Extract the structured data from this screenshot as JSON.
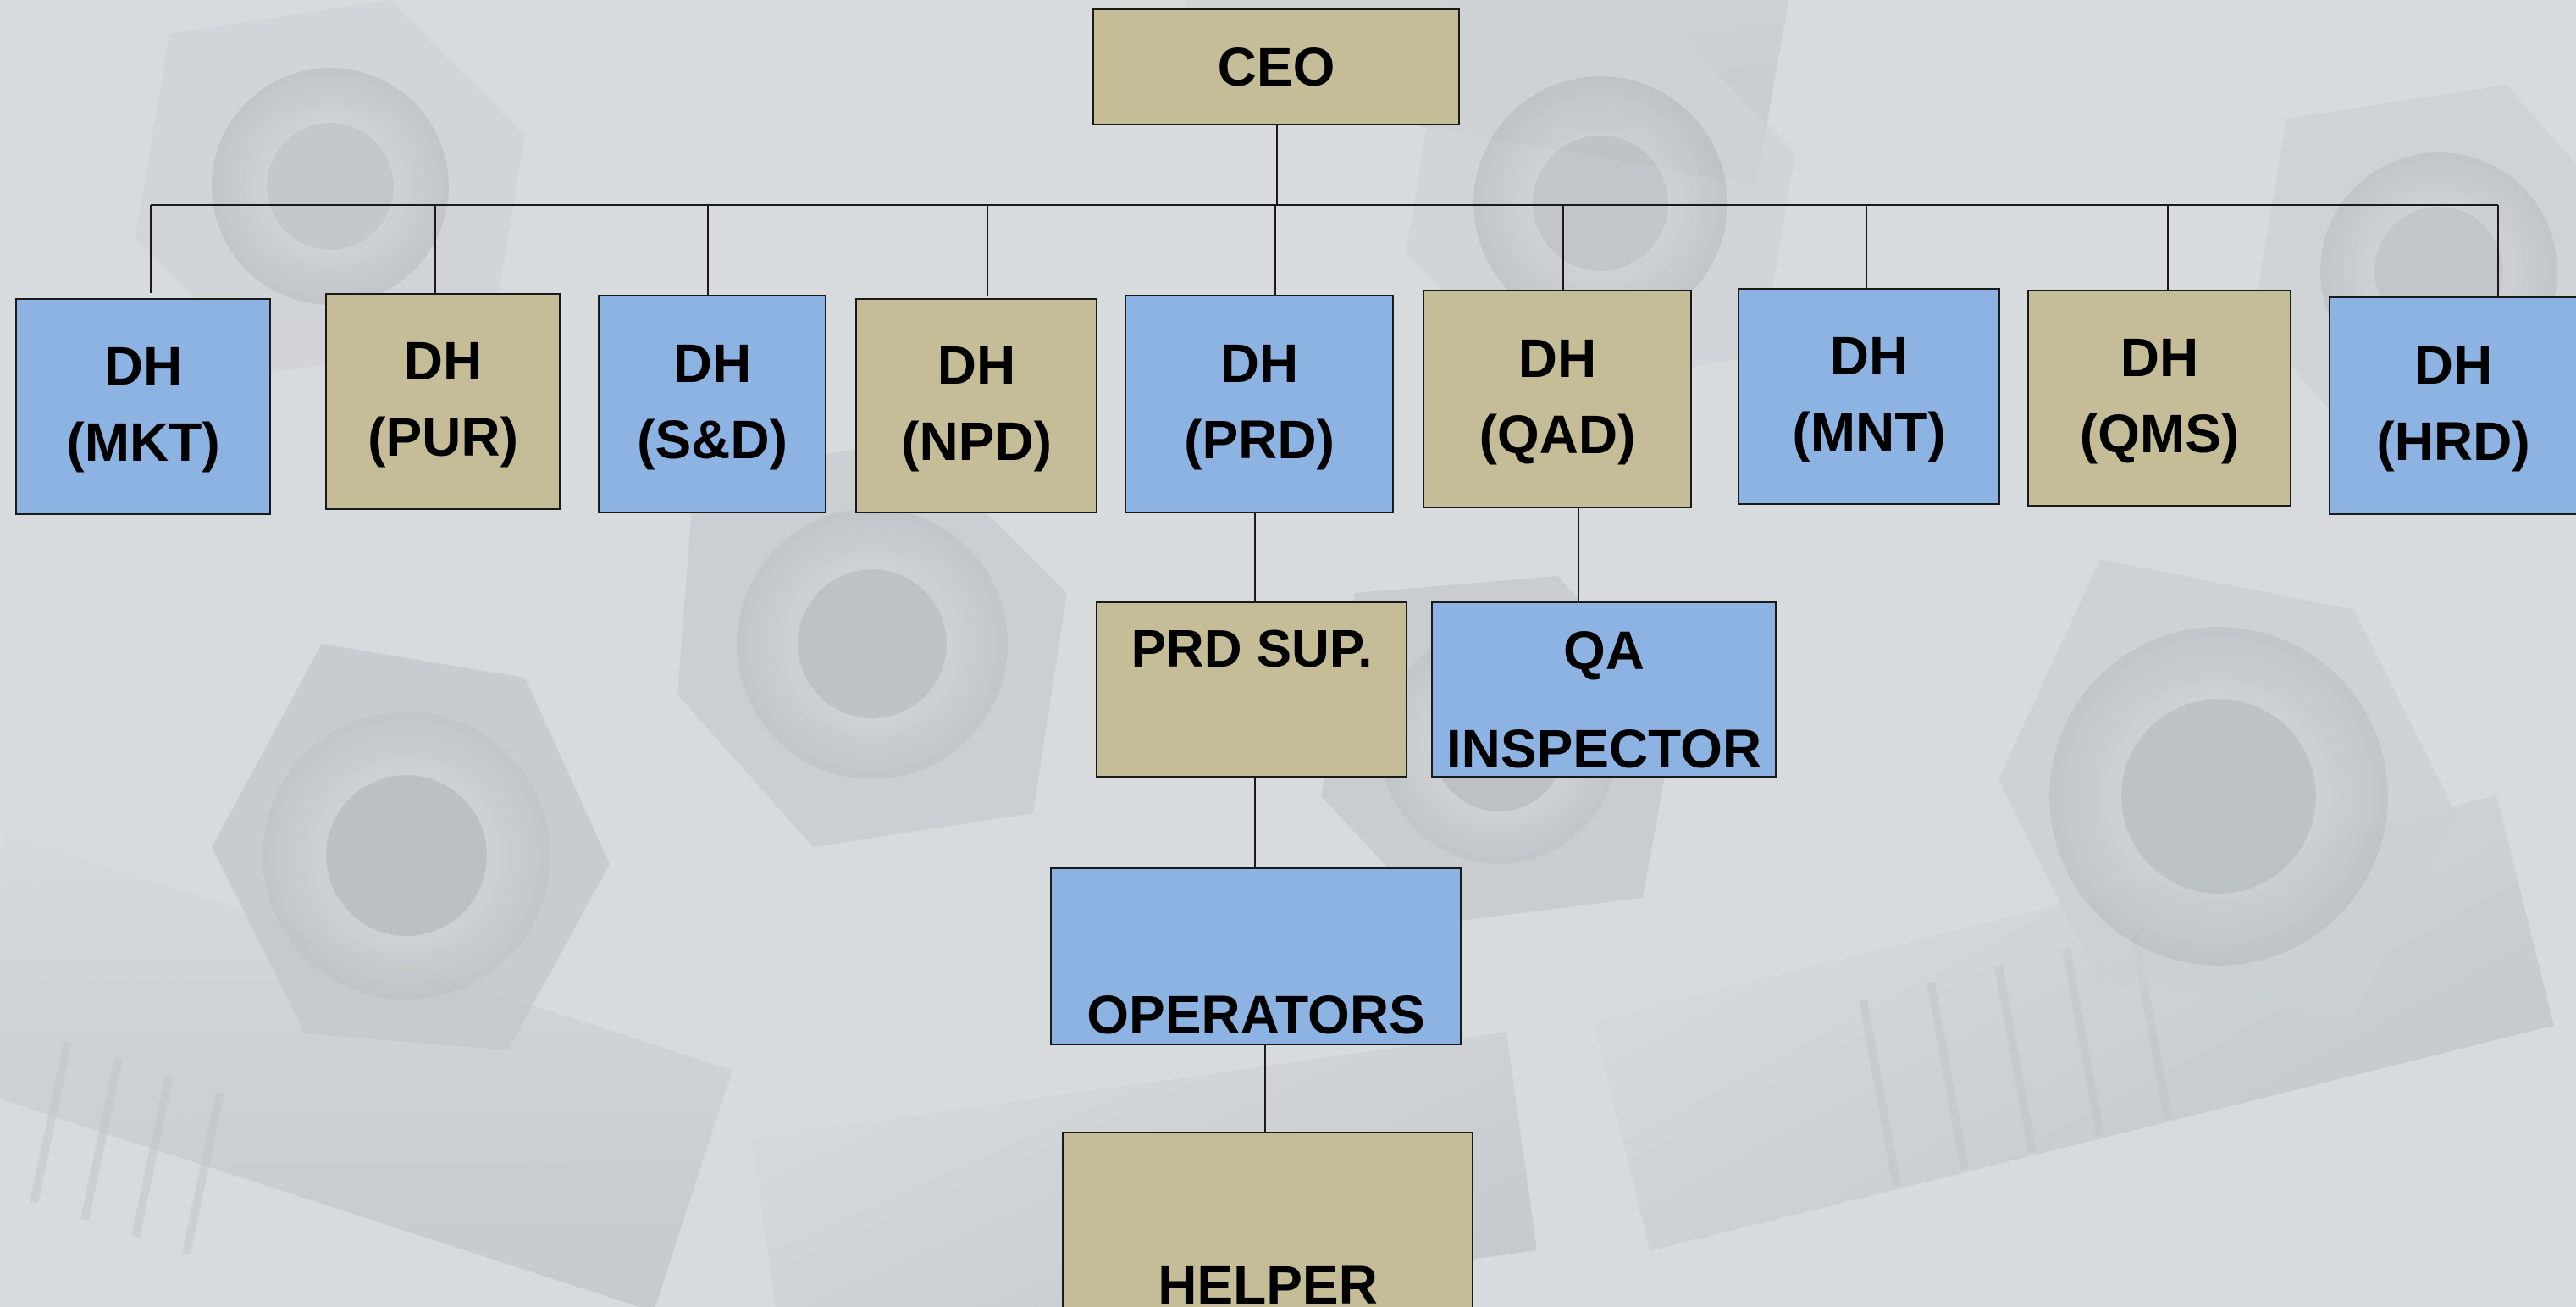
{
  "chart_data": {
    "type": "org-chart",
    "root": {
      "label": "CEO",
      "children": [
        {
          "line1": "DH",
          "line2": "(MKT)"
        },
        {
          "line1": "DH",
          "line2": "(PUR)"
        },
        {
          "line1": "DH",
          "line2": "(S&D)"
        },
        {
          "line1": "DH",
          "line2": "(NPD)"
        },
        {
          "line1": "DH",
          "line2": "(PRD)",
          "children": [
            {
              "label": "PRD SUP.",
              "children": [
                {
                  "label": "OPERATORS",
                  "children": [
                    {
                      "label": "HELPER"
                    }
                  ]
                }
              ]
            }
          ]
        },
        {
          "line1": "DH",
          "line2": "(QAD)",
          "children": [
            {
              "line1": "QA",
              "line2": "INSPECTOR"
            }
          ]
        },
        {
          "line1": "DH",
          "line2": "(MNT)"
        },
        {
          "line1": "DH",
          "line2": "(QMS)"
        },
        {
          "line1": "DH",
          "line2": "(HRD)"
        }
      ]
    }
  },
  "nodes": {
    "ceo": "CEO",
    "dh_mkt": [
      "DH",
      "(MKT)"
    ],
    "dh_pur": [
      "DH",
      "(PUR)"
    ],
    "dh_sd": [
      "DH",
      "(S&D)"
    ],
    "dh_npd": [
      "DH",
      "(NPD)"
    ],
    "dh_prd": [
      "DH",
      "(PRD)"
    ],
    "dh_qad": [
      "DH",
      "(QAD)"
    ],
    "dh_mnt": [
      "DH",
      "(MNT)"
    ],
    "dh_qms": [
      "DH",
      "(QMS)"
    ],
    "dh_hrd": [
      "DH",
      "(HRD)"
    ],
    "prd_sup": "PRD SUP.",
    "qa_inspector": [
      "QA",
      "INSPECTOR"
    ],
    "operators": "OPERATORS",
    "helper": "HELPER"
  },
  "colors": {
    "tan": "#c4bd97",
    "blue": "#8db3e2",
    "line": "#1a1a1a"
  }
}
